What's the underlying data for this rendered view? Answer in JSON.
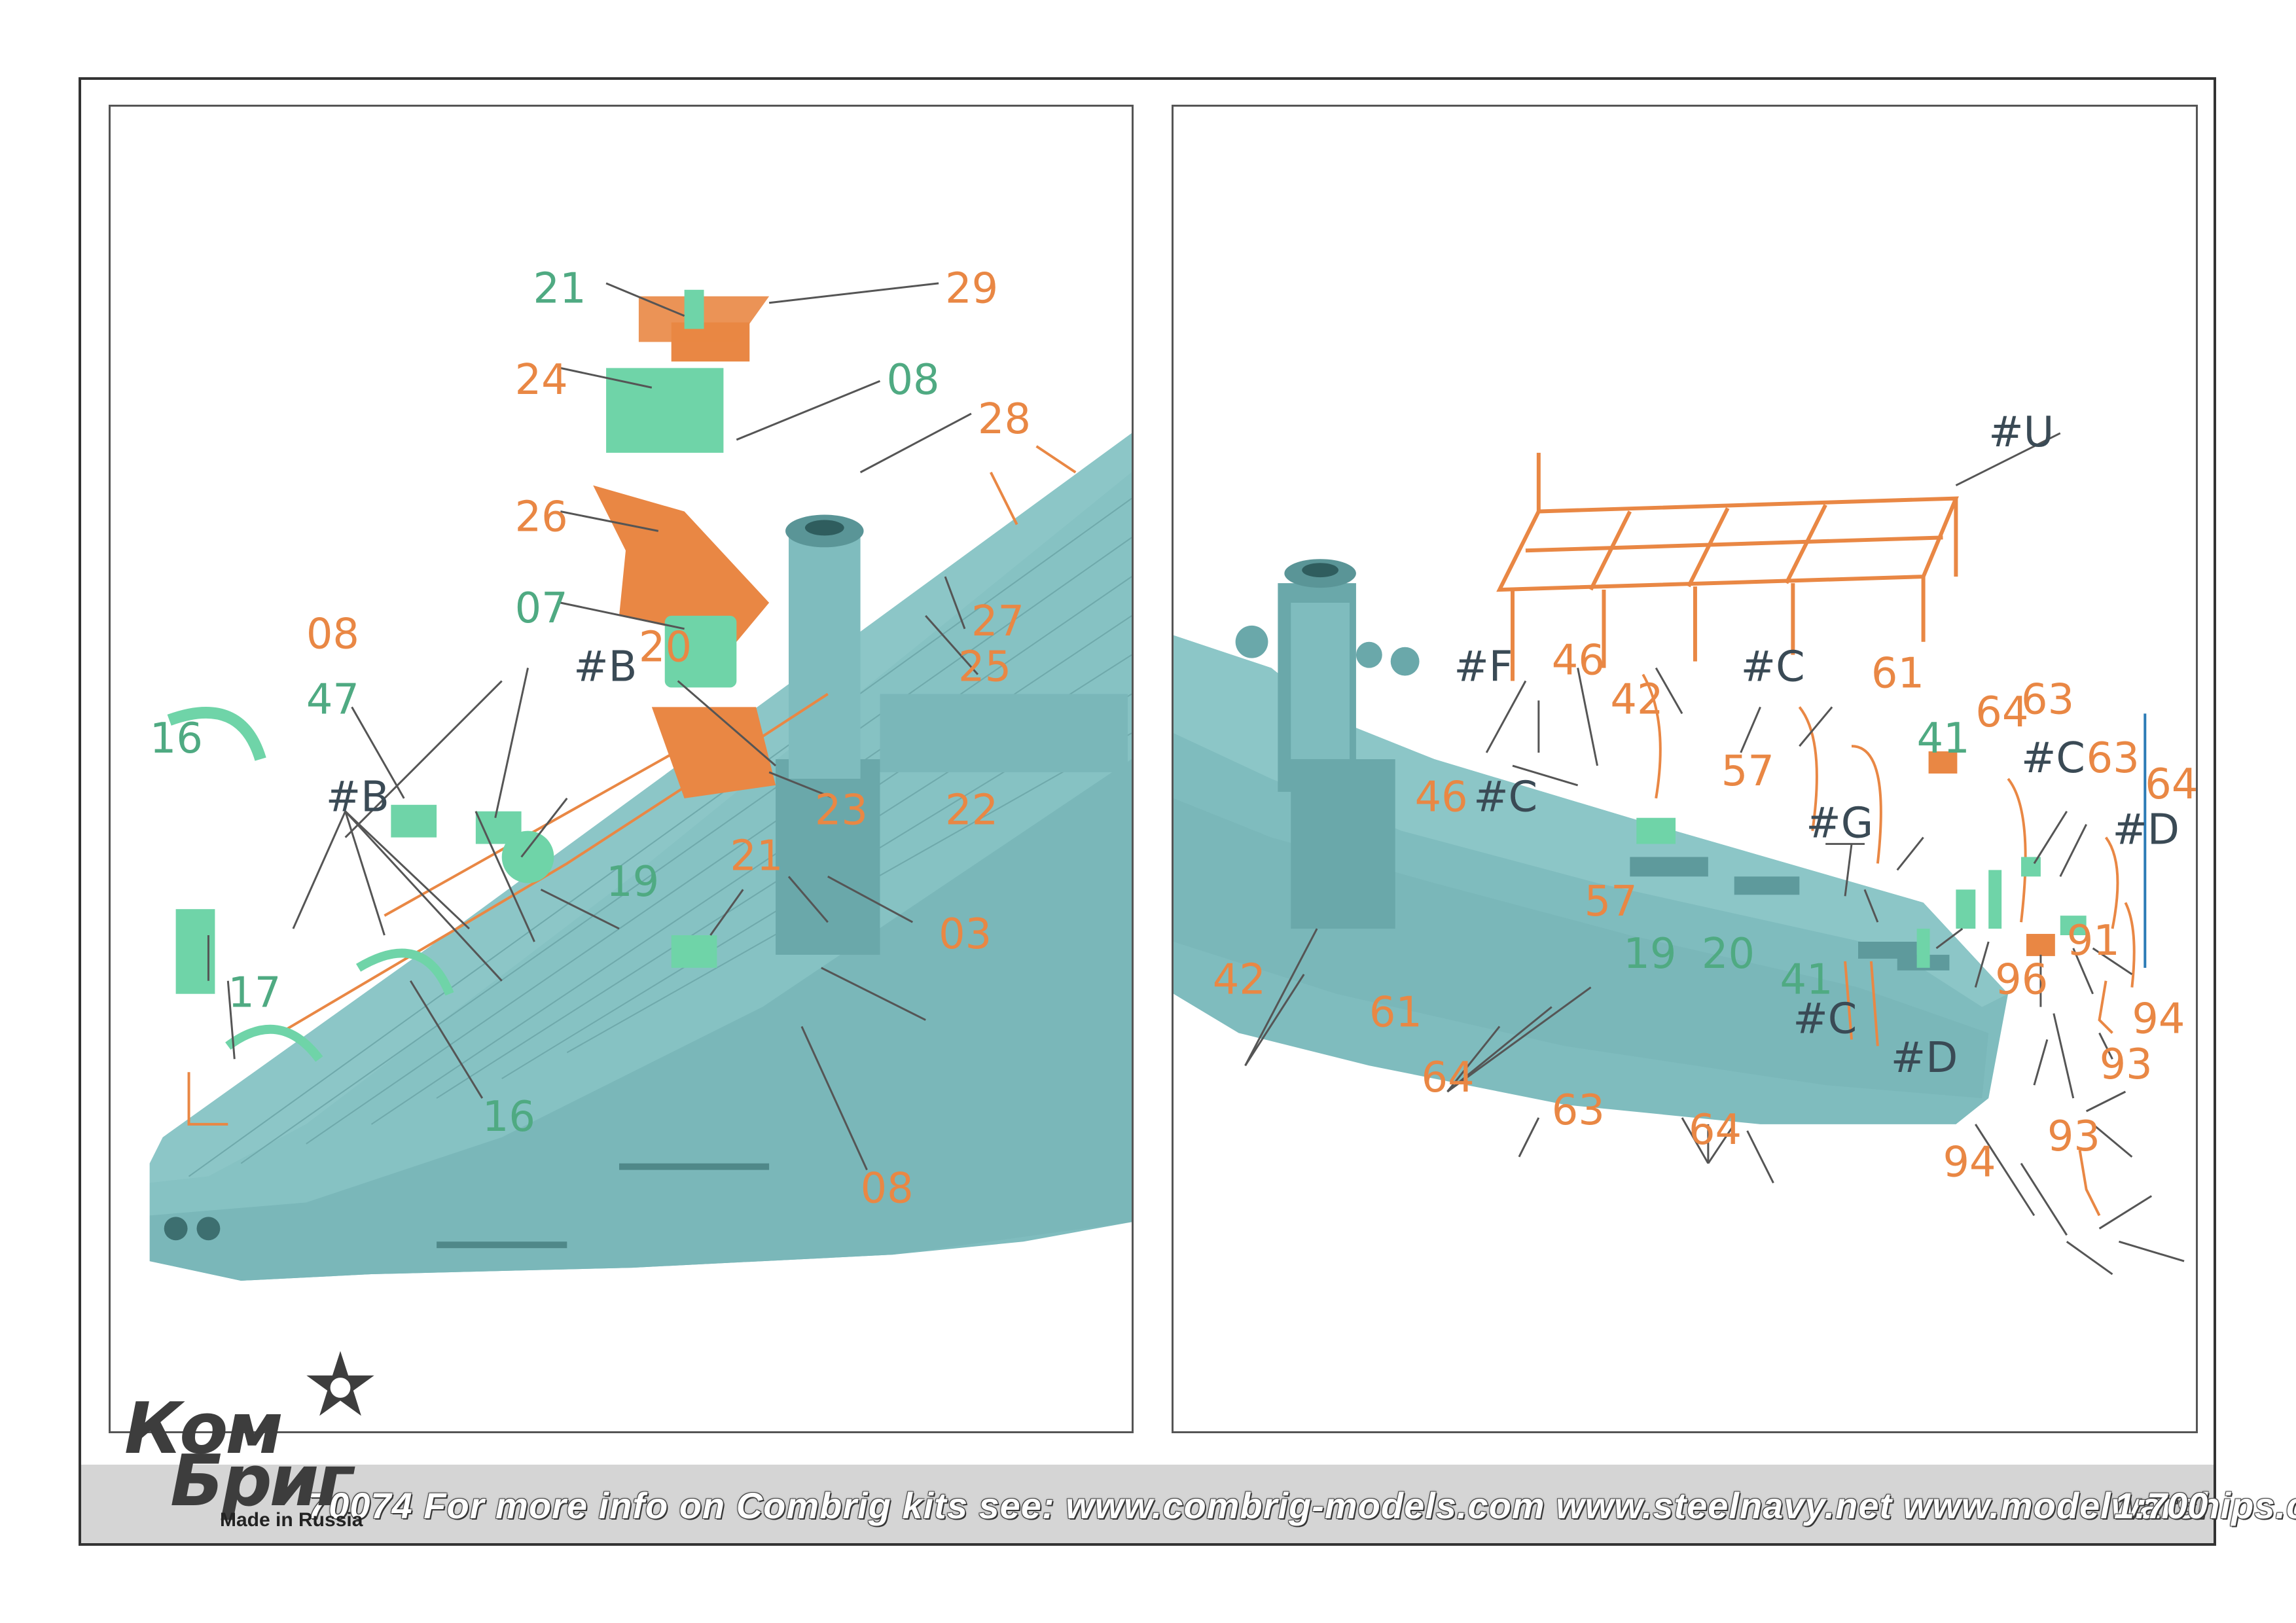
{
  "footer": {
    "text": "70074 For more info on Combrig kits see: www.combrig-models.com www.steelnavy.net www.modelwarships.com",
    "scale": "1:700"
  },
  "logo": {
    "line1": "Ком",
    "line2": "Бриг",
    "made_in": "Made in Russia"
  },
  "colors": {
    "hull": "#7fbcbe",
    "hull_shade": "#6aa8aa",
    "photo_etch": "#e98744",
    "resin_part": "#6fd4a8",
    "label_orange": "#e98744",
    "label_green": "#4faa82",
    "label_dark": "#3a4a55"
  },
  "left_panel": {
    "labels": [
      {
        "text": "21",
        "color": "green"
      },
      {
        "text": "29",
        "color": "orange"
      },
      {
        "text": "24",
        "color": "orange"
      },
      {
        "text": "08",
        "color": "green"
      },
      {
        "text": "28",
        "color": "orange"
      },
      {
        "text": "26",
        "color": "orange"
      },
      {
        "text": "07",
        "color": "green"
      },
      {
        "text": "27",
        "color": "orange"
      },
      {
        "text": "25",
        "color": "orange"
      },
      {
        "text": "08",
        "color": "orange"
      },
      {
        "text": "#B",
        "color": "dark"
      },
      {
        "text": "20",
        "color": "orange"
      },
      {
        "text": "47",
        "color": "green"
      },
      {
        "text": "16",
        "color": "green"
      },
      {
        "text": "#B",
        "color": "dark"
      },
      {
        "text": "23",
        "color": "orange"
      },
      {
        "text": "22",
        "color": "orange"
      },
      {
        "text": "21",
        "color": "orange"
      },
      {
        "text": "19",
        "color": "green"
      },
      {
        "text": "03",
        "color": "orange"
      },
      {
        "text": "17",
        "color": "green"
      },
      {
        "text": "16",
        "color": "green"
      },
      {
        "text": "08",
        "color": "orange"
      }
    ]
  },
  "right_panel": {
    "labels": [
      {
        "text": "#U",
        "color": "dark"
      },
      {
        "text": "#F",
        "color": "dark"
      },
      {
        "text": "46",
        "color": "orange"
      },
      {
        "text": "42",
        "color": "orange"
      },
      {
        "text": "#C",
        "color": "dark"
      },
      {
        "text": "61",
        "color": "orange"
      },
      {
        "text": "64",
        "color": "orange"
      },
      {
        "text": "63",
        "color": "orange"
      },
      {
        "text": "41",
        "color": "green"
      },
      {
        "text": "#C",
        "color": "dark"
      },
      {
        "text": "63",
        "color": "orange"
      },
      {
        "text": "64",
        "color": "orange"
      },
      {
        "text": "57",
        "color": "orange"
      },
      {
        "text": "46",
        "color": "orange"
      },
      {
        "text": "#C",
        "color": "dark"
      },
      {
        "text": "#G",
        "color": "dark"
      },
      {
        "text": "#D",
        "color": "dark"
      },
      {
        "text": "57",
        "color": "orange"
      },
      {
        "text": "19",
        "color": "green"
      },
      {
        "text": "20",
        "color": "green"
      },
      {
        "text": "42",
        "color": "orange"
      },
      {
        "text": "41",
        "color": "green"
      },
      {
        "text": "96",
        "color": "orange"
      },
      {
        "text": "91",
        "color": "orange"
      },
      {
        "text": "61",
        "color": "orange"
      },
      {
        "text": "#C",
        "color": "dark"
      },
      {
        "text": "94",
        "color": "orange"
      },
      {
        "text": "#D",
        "color": "dark"
      },
      {
        "text": "64",
        "color": "orange"
      },
      {
        "text": "63",
        "color": "orange"
      },
      {
        "text": "64",
        "color": "orange"
      },
      {
        "text": "93",
        "color": "orange"
      },
      {
        "text": "94",
        "color": "orange"
      },
      {
        "text": "93",
        "color": "orange"
      }
    ]
  }
}
